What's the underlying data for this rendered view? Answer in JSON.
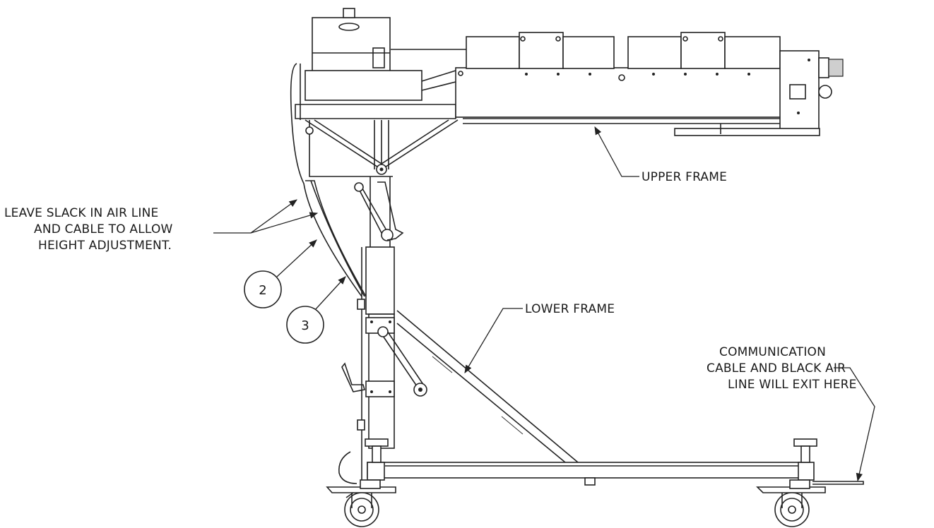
{
  "callouts": {
    "upper_frame": "UPPER FRAME",
    "lower_frame": "LOWER FRAME",
    "slack_note": [
      "LEAVE SLACK IN AIR LINE",
      "AND CABLE TO ALLOW",
      "HEIGHT ADJUSTMENT."
    ],
    "exit_note": [
      "COMMUNICATION",
      "CABLE AND BLACK AIR",
      "LINE WILL EXIT HERE"
    ]
  },
  "balloons": [
    "2",
    "3"
  ],
  "colors": {
    "line": "#222222",
    "background": "#ffffff"
  }
}
